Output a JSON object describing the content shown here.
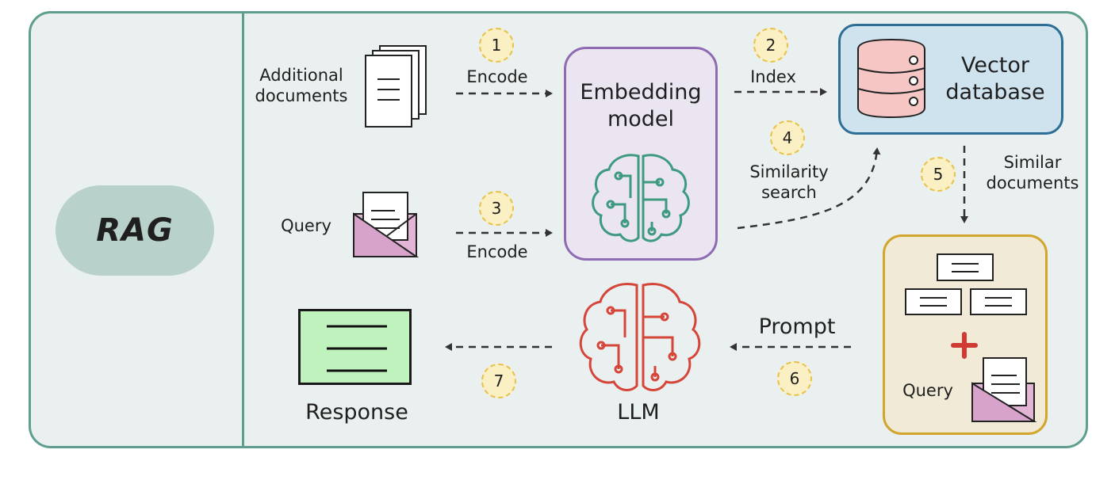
{
  "title": "RAG",
  "nodes": {
    "additional_documents": "Additional\ndocuments",
    "query": "Query",
    "embedding_model": "Embedding\nmodel",
    "vector_database": "Vector\ndatabase",
    "response": "Response",
    "llm": "LLM",
    "context_query": "Query"
  },
  "edges": {
    "encode_1": "Encode",
    "index": "Index",
    "encode_3": "Encode",
    "similarity_search": "Similarity\nsearch",
    "similar_documents": "Similar\ndocuments",
    "prompt": "Prompt"
  },
  "steps": [
    "1",
    "2",
    "3",
    "4",
    "5",
    "6",
    "7"
  ],
  "colors": {
    "frame": "#5f9e8f",
    "embedding_border": "#8e6bb2",
    "vector_db_border": "#2d6e96",
    "context_border": "#d2a62c",
    "brain_embedding": "#3d9a80",
    "brain_llm": "#d6453a",
    "response_fill": "#bff2bd",
    "plus": "#cf3a32"
  },
  "icons": [
    "documents-icon",
    "envelope-icon",
    "brain-network-icon",
    "database-icon",
    "plus-icon"
  ]
}
